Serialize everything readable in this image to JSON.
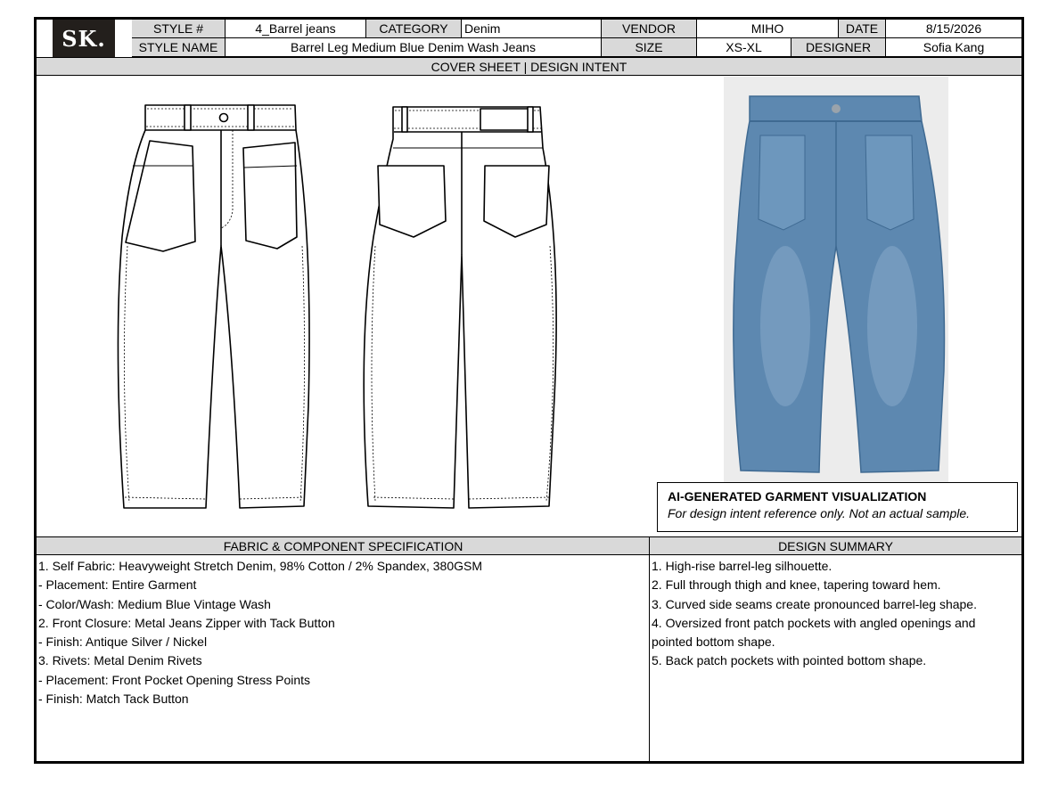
{
  "header": {
    "logo": "SK.",
    "style_no_label": "STYLE #",
    "style_no": "4_Barrel jeans",
    "category_label": "CATEGORY",
    "category": "Denim",
    "vendor_label": "VENDOR",
    "vendor": "MIHO",
    "date_label": "DATE",
    "date": "8/15/2026",
    "style_name_label": "STYLE NAME",
    "style_name": "Barrel Leg Medium Blue Denim Wash Jeans",
    "size_label": "SIZE",
    "size": "XS-XL",
    "designer_label": "DESIGNER",
    "designer": "Sofia Kang"
  },
  "cover_band": "COVER SHEET | DESIGN INTENT",
  "visualization": {
    "title": "AI-GENERATED GARMENT VISUALIZATION",
    "note": "For design intent reference only. Not an actual sample."
  },
  "fabric_spec": {
    "heading": "FABRIC & COMPONENT SPECIFICATION",
    "lines": [
      "1. Self Fabric: Heavyweight Stretch Denim, 98% Cotton / 2% Spandex, 380GSM",
      "- Placement: Entire Garment",
      "- Color/Wash: Medium Blue Vintage Wash",
      "2. Front Closure: Metal Jeans Zipper with Tack Button",
      "- Finish: Antique Silver / Nickel",
      "3. Rivets: Metal Denim Rivets",
      "- Placement: Front Pocket Opening Stress Points",
      "- Finish: Match Tack Button"
    ]
  },
  "design_summary": {
    "heading": "DESIGN SUMMARY",
    "lines": [
      "1. High-rise barrel-leg silhouette.",
      "2. Full through thigh and knee, tapering toward hem.",
      "3. Curved side seams create pronounced barrel-leg shape.",
      "4. Oversized front patch pockets with angled openings and",
      "pointed bottom shape.",
      "5. Back patch pockets with pointed bottom shape."
    ]
  },
  "colors": {
    "band_gray": "#d9d9d9",
    "logo_bg": "#231f1c",
    "denim": "#5d88b0"
  }
}
